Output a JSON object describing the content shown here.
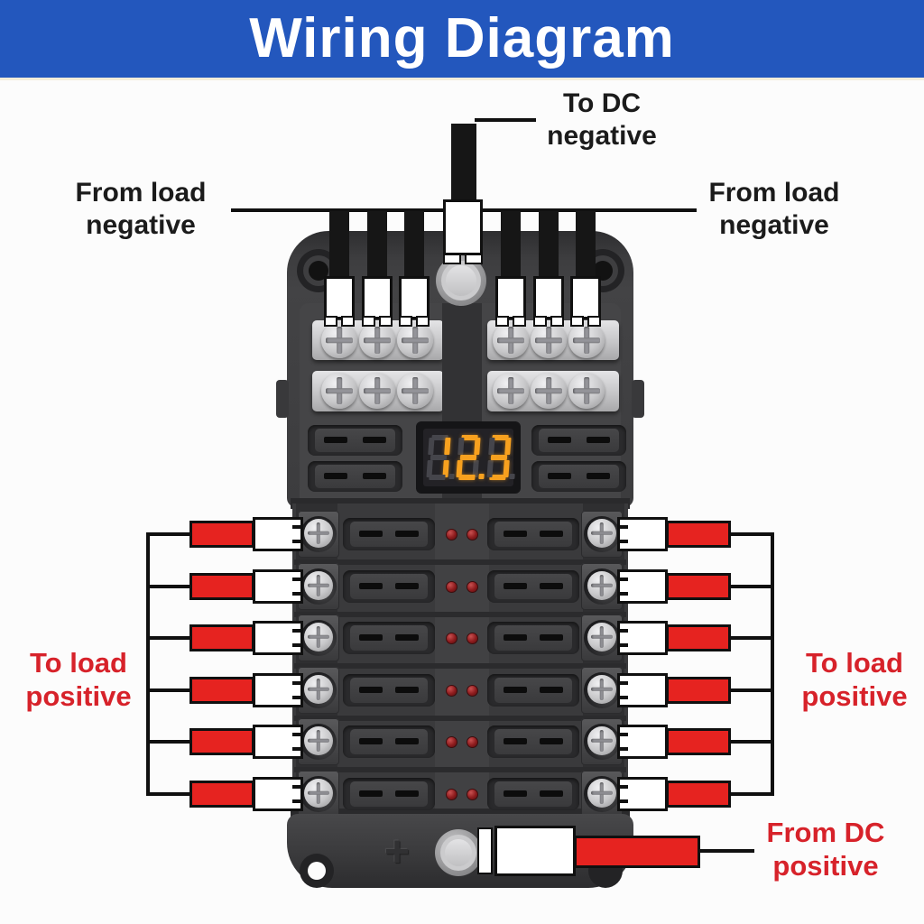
{
  "header": {
    "title": "Wiring Diagram",
    "background": "#2357bd",
    "text_color": "#ffffff"
  },
  "callouts": {
    "to_dc_negative": {
      "line1": "To DC",
      "line2": "negative"
    },
    "from_load_negative_left": {
      "line1": "From load",
      "line2": "negative"
    },
    "from_load_negative_right": {
      "line1": "From load",
      "line2": "negative"
    },
    "to_load_positive_left": {
      "line1": "To load",
      "line2": "positive"
    },
    "to_load_positive_right": {
      "line1": "To load",
      "line2": "positive"
    },
    "from_dc_positive": {
      "line1": "From DC",
      "line2": "positive"
    }
  },
  "device": {
    "voltmeter": {
      "value": "12.3",
      "lit_color": "#f7a11f",
      "unlit_color": "#45454b"
    },
    "plus_marking": "+",
    "circuits_per_side": 6,
    "negative_wires_per_side": 3,
    "colors": {
      "wire_positive_red": "#e62320",
      "wire_negative_black": "#161616",
      "led_indicator_red": "#8c1b1d",
      "callout_black": "#1b1b1b",
      "callout_red": "#d7222a",
      "body_gray": "#3a3a3c",
      "terminal_silver": "#cdcdcf"
    }
  }
}
